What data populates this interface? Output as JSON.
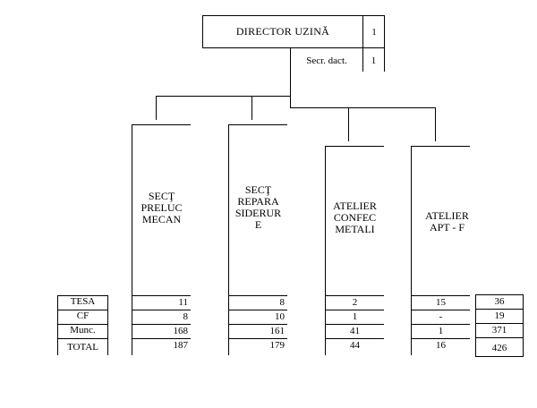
{
  "director": {
    "title": "DIRECTOR UZINĂ",
    "count": "1"
  },
  "secretary": {
    "label": "Secr. dact.",
    "count": "1"
  },
  "departments": [
    {
      "label_lines": [
        "SECŢ",
        "PRELUC",
        "MECAN"
      ],
      "values": [
        "11",
        "8",
        "168",
        "187"
      ]
    },
    {
      "label_lines": [
        "SECŢ",
        "REPARA",
        "SIDERUR",
        "E"
      ],
      "values": [
        "8",
        "10",
        "161",
        "179"
      ]
    },
    {
      "label_lines": [
        "ATELIER",
        "CONFEC",
        "METALI"
      ],
      "values": [
        "2",
        "1",
        "41",
        "44"
      ]
    },
    {
      "label_lines": [
        "ATELIER",
        "APT - F"
      ],
      "values": [
        "15",
        "-",
        "1",
        "16"
      ]
    }
  ],
  "row_labels": [
    "TESA",
    "CF",
    "Munc.",
    "TOTAL"
  ],
  "totals": [
    "36",
    "19",
    "371",
    "426"
  ]
}
